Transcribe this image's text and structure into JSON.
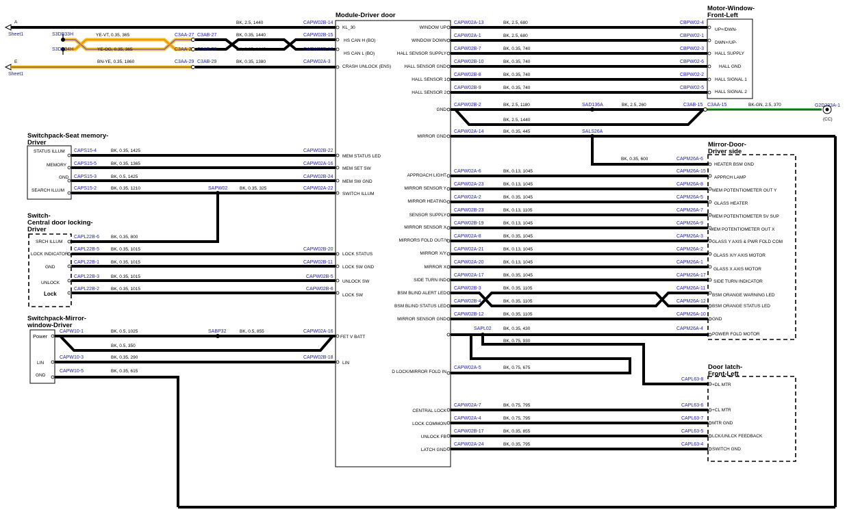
{
  "colors": {
    "wire": "#000000",
    "connector": "#1a1acc",
    "yellow": "#f0c21a",
    "green": "#2fa82f",
    "orange": "#f08a1a"
  },
  "offpage": [
    {
      "letter": "A",
      "sheet": "Sheet1"
    },
    {
      "letter": "E",
      "sheet": "Sheet1"
    }
  ],
  "modules": {
    "driver_door": {
      "title": "Module-Driver door",
      "left_pins": [
        "KL_30",
        "HS CAN H (BO)",
        "HS CAN L (BO)",
        "CRASH UNLOCK (ENS)",
        "MEM STATUS LED",
        "MEM SET SW",
        "MEM SW GND",
        "SWITCH ILLUM",
        "LOCK STATUS",
        "LOCK SW GND",
        "UNLOCK SW",
        "LOCK SW",
        "FET V BATT",
        "LIN"
      ],
      "right_pins": [
        "WINDOW UP",
        "WINDOW DOWN",
        "HALL SENSOR SUPPLY",
        "HALL SENSOR GND",
        "HALL SENSOR 1",
        "HALL SENSOR 2",
        "GND",
        "MIRROR GND",
        "APPROACH LIGHT",
        "MIRROR SENSOR Y",
        "MIRROR HEATING",
        "SENSOR SUPPLY",
        "MIRROR SENSOR X",
        "MIRRORS FOLD OUT/Y",
        "MIRROR X/Y",
        "MIRROR X",
        "SIDE TURN IND",
        "BSM BLIND ALERT LED",
        "BSM BLIND STATUS LED",
        "MIRROR SENSOR GND",
        "D LOCK/MIRROR FOLD IN",
        "CENTRAL LOCK",
        "LOCK COMMON",
        "UNLOCK FB",
        "LATCH GND"
      ]
    },
    "motor_window": {
      "title1": "Motor-Window-",
      "title2": "Front-Left",
      "pins": [
        "UP+/DWN-",
        "DWN+/UP-",
        "HALL SUPPLY",
        "HALL GND",
        "HALL SIGNAL 1",
        "HALL SIGNAL 2"
      ]
    },
    "seat_memory": {
      "title1": "Switchpack-Seat memory-",
      "title2": "Driver",
      "pins": [
        "STATUS ILLUM",
        "MEMORY",
        "GND",
        "SEARCH ILLUM"
      ]
    },
    "central_lock": {
      "title1": "Switch-",
      "title2": "Central door locking-",
      "title3": "Driver",
      "pins": [
        "SRCH ILLUM",
        "LOCK INDICATOR",
        "GND",
        "UNLOCK",
        "Lock"
      ]
    },
    "mirror_window": {
      "title1": "Switchpack-Mirror-",
      "title2": "window-Driver",
      "pins": [
        "Power",
        "LIN",
        "GND"
      ]
    },
    "mirror_door": {
      "title1": "Mirror-Door-",
      "title2": "Driver side",
      "pins": [
        "HEATER BSM GND",
        "APPRCH LAMP",
        "MEM POTENTIOMETER OUT Y",
        "GLASS HEATER",
        "MEM POTENTIOMETER 5V SUP",
        "MEM POTENTIOMETER OUT X",
        "GLASS Y AXIS & PWR FOLD COM",
        "GLASS X/Y AXIS MOTOR",
        "GLASS X AXIS MOTOR",
        "SIDE TURN INDICATOR",
        "BSM ORANGE WARNING LED",
        "BSM ORANGE STATUS LED",
        "GND",
        "POWER FOLD MOTOR"
      ]
    },
    "door_latch": {
      "title1": "Door latch-",
      "title2": "Front-Left",
      "pins": [
        "+DL MTR",
        "+CL MTR",
        "MTR GND",
        "LCK/UNLCK FEEDBACK",
        "SWITCH GND"
      ]
    }
  },
  "ground": {
    "label": "G2D233A-1",
    "note": "(CC)"
  },
  "connectors": {
    "top": [
      "CAPW02B-14",
      "CAPW02B-15",
      "CAPW02B-16",
      "CAPW02A-3",
      "C3AA-27",
      "C3AB-27",
      "C3AA-28",
      "C3AB-28",
      "C3AA-29",
      "C3AB-29",
      "S3DB33H",
      "S3DB34H"
    ],
    "window": [
      "CAPW02A-13",
      "CBPW02-4",
      "CAPW02A-1",
      "CBPW02-1",
      "CAPW02B-7",
      "CBPW02-3",
      "CAPW02B-10",
      "CBPW02-6",
      "CAPW02B-8",
      "CBPW02-2",
      "CAPW02B-9",
      "CBPW02-5"
    ],
    "gnd": [
      "CAPW02B-2",
      "SAD136A",
      "C3AB-15",
      "C3AA-15",
      "CAPW02A-14",
      "SALS26A"
    ],
    "seat": [
      "CAPS15-4",
      "CAPW02B-22",
      "CAPS15-5",
      "CAPW02A-16",
      "CAPS15-3",
      "CAPW02B-24",
      "CAPS15-2",
      "CAPW02A-22",
      "SAPW02"
    ],
    "lock": [
      "CAPL22B-6",
      "CAPL22B-5",
      "CAPW02B-20",
      "CAPL22B-1",
      "CAPW02B-11",
      "CAPL22B-3",
      "CAPW02B-5",
      "CAPL22B-2",
      "CAPW02B-6"
    ],
    "mirrorwin": [
      "CAPW10-1",
      "SABP32",
      "CAPW02A-16",
      "CAPW10-3",
      "CAPW02B-18",
      "CAPW10-5"
    ],
    "mirror": [
      "CAPM26A-6",
      "CAPW02A-6",
      "CAPM26A-15",
      "CAPW02A-23",
      "CAPM26A-8",
      "CAPW02A-2",
      "CAPM26A-5",
      "CAPW02B-23",
      "CAPM26A-7",
      "CAPW02B-19",
      "CAPM26A-9",
      "CAPW02A-8",
      "CAPM26A-3",
      "CAPW02A-21",
      "CAPM26A-2",
      "CAPW02A-20",
      "CAPM26A-1",
      "CAPW02A-17",
      "CAPM26A-17",
      "CAPW02B-3",
      "CAPM26A-11",
      "CAPW02B-4",
      "CAPM26A-12",
      "CAPW02B-12",
      "CAPM26A-10",
      "SAPL02",
      "CAPM26A-4",
      "CAPW02A-5"
    ],
    "latch": [
      "CAPL63-8",
      "CAPW02A-7",
      "CAPL63-6",
      "CAPW02A-4",
      "CAPL63-7",
      "CAPW02B-17",
      "CAPL63-5",
      "CAPW02A-24",
      "CAPL63-4"
    ]
  },
  "wires": {
    "top": [
      "BK, 2.5, 1440",
      "YE-VT, 0.35, 365",
      "BK, 0.35, 1440",
      "YE-OG, 0.35, 365",
      "BK, 0.35, 1440",
      "BN-YE, 0.35, 1860",
      "BK, 0.35, 1380"
    ],
    "window": [
      "BK, 2.5, 680",
      "BK, 2.5, 680",
      "BK, 0.35, 740",
      "BK, 0.35, 740",
      "BK, 0.35, 740",
      "BK, 0.35, 740"
    ],
    "gnd": [
      "BK, 2.5, 1180",
      "BK, 2.5, 260",
      "BK-GN, 2.5, 370",
      "BK, 2.5, 1440",
      "BK, 0.35, 445",
      "BK, 0.35, 600"
    ],
    "seat": [
      "BK, 0.35, 1425",
      "BK, 0.35, 1365",
      "BK, 0.5, 1425",
      "BK, 0.35, 1210",
      "BK, 0.35, 325"
    ],
    "lock": [
      "BK, 0.35, 800",
      "BK, 0.35, 1015",
      "BK, 0.35, 1015",
      "BK, 0.35, 1015",
      "BK, 0.35, 1015"
    ],
    "mirrorwin": [
      "BK, 0.5, 1025",
      "BK, 0.5, 855",
      "BK, 0.5, 350",
      "BK, 0.35, 290",
      "BK, 0.35, 615"
    ],
    "mirror": [
      "BK, 0.13, 1045",
      "BK, 0.13, 1045",
      "BK, 0.35, 1045",
      "BK, 0.13, 1105",
      "BK, 0.13, 1045",
      "BK, 0.35, 1045",
      "BK, 0.13, 1045",
      "BK, 0.13, 1045",
      "BK, 0.35, 1045",
      "BK, 0.35, 1105",
      "BK, 0.35, 1105",
      "BK, 0.35, 1105",
      "BK, 0.35, 430",
      "BK, 0.75, 930",
      "BK, 0.75, 675"
    ],
    "latch": [
      "BK, 0.75, 795",
      "BK, 0.75, 795",
      "BK, 0.35, 855",
      "BK, 0.35, 795"
    ]
  }
}
